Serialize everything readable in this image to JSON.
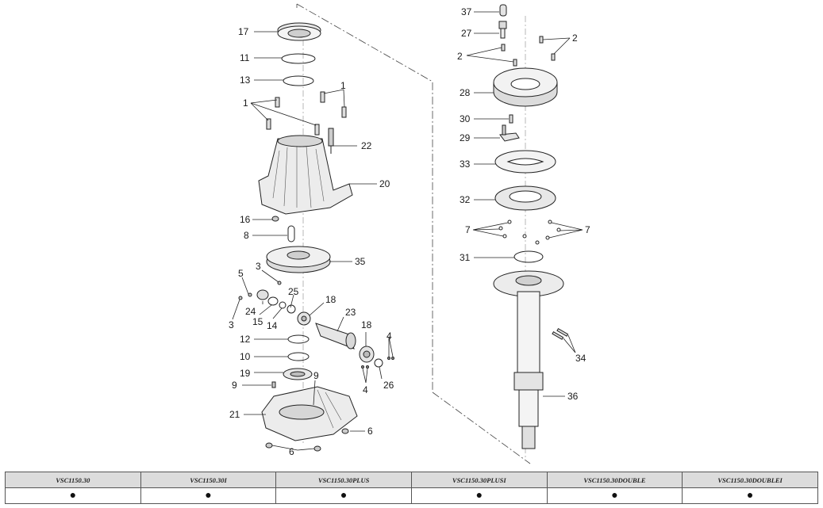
{
  "diagram": {
    "callouts": [
      "17",
      "11",
      "13",
      "1",
      "1",
      "22",
      "20",
      "16",
      "8",
      "35",
      "3",
      "5",
      "25",
      "18",
      "24",
      "15",
      "14",
      "3",
      "23",
      "18",
      "4",
      "12",
      "10",
      "19",
      "9",
      "9",
      "4",
      "26",
      "21",
      "6",
      "6",
      "37",
      "27",
      "2",
      "2",
      "28",
      "30",
      "29",
      "33",
      "32",
      "7",
      "7",
      "31",
      "34",
      "36"
    ]
  },
  "table": {
    "columns": [
      "VSC1150.30",
      "VSC1150.30I",
      "VSC1150.30PLUS",
      "VSC1150.30PLUSI",
      "VSC1150.30DOUBLE",
      "VSC1150.30DOUBLEI"
    ],
    "row": [
      "●",
      "●",
      "●",
      "●",
      "●",
      "●"
    ]
  }
}
